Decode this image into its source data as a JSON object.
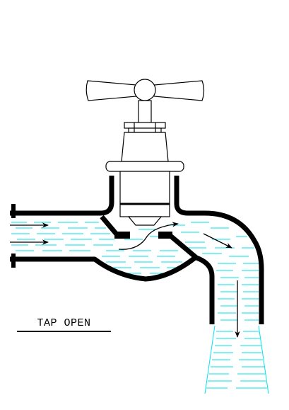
{
  "diagram": {
    "caption": "TAP OPEN",
    "colors": {
      "pipe": "#000000",
      "water": "#00e5ee",
      "background": "#ffffff"
    },
    "state": "open",
    "flow_arrows": 5
  }
}
